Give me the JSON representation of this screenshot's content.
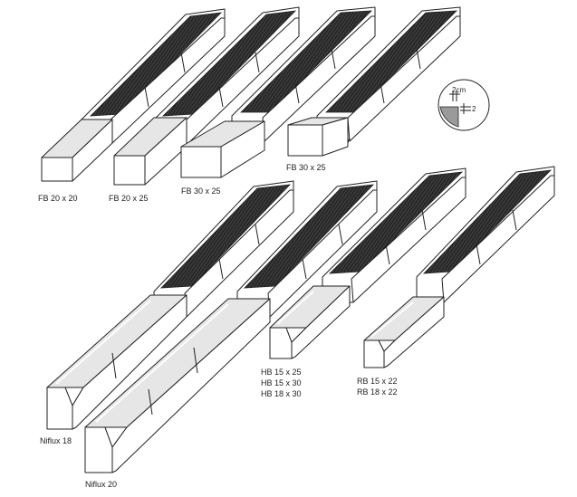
{
  "labels": {
    "fb_20x20": "FB 20 x 20",
    "fb_20x25": "FB 20 x 25",
    "fb_30x25": "FB 30 x 25",
    "fb_30x25_b": "FB 30 x 25",
    "niflux_18": "Niflux 18",
    "niflux_20": "Niflux 20",
    "hb_15x25": "HB 15 x 25",
    "hb_15x30": "HB 15 x 30",
    "hb_18x30": "HB 18 x 30",
    "rb_15x22": "RB 15 x 22",
    "rb_18x22": "RB 18 x 22"
  },
  "detail": {
    "dim_a": "2cm",
    "dim_b": "2"
  }
}
